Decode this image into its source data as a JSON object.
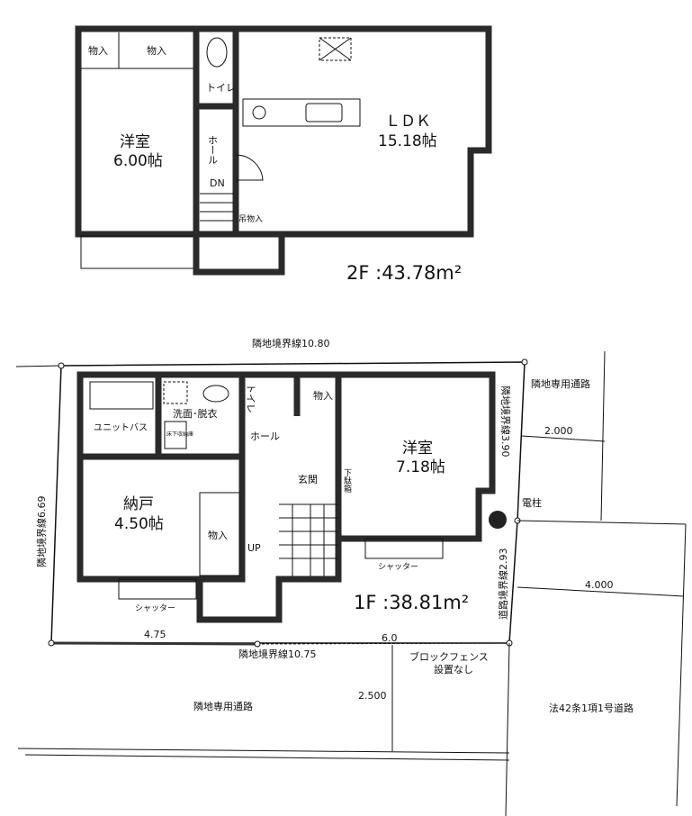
{
  "floor2": {
    "area_label": "2F :43.78m²",
    "rooms": {
      "western_room": {
        "name": "洋室",
        "size": "6.00帖"
      },
      "ldk": {
        "name": "ＬＤＫ",
        "size": "15.18帖"
      },
      "closet1": "物入",
      "closet2": "物入",
      "toilet": "トイレ",
      "hall": "ホール",
      "stairs_down": "DN",
      "hanging_storage": "吊物入"
    }
  },
  "floor1": {
    "area_label": "1F :38.81m²",
    "rooms": {
      "western_room": {
        "name": "洋室",
        "size": "7.18帖"
      },
      "storeroom": {
        "name": "納戸",
        "size": "4.50帖"
      },
      "unit_bath": "ユニットバス",
      "washroom": "洗面･脱衣",
      "underfloor_storage": "床下収納庫",
      "toilet": "トイレ",
      "closet1": "物入",
      "closet2": "物入",
      "hall": "ホール",
      "entrance": "玄関",
      "shoe_box": "下駄箱",
      "stairs_up": "UP",
      "shutter1": "シャッター",
      "shutter2": "シャッター"
    }
  },
  "site": {
    "boundary_top": "隣地境界線10.80",
    "boundary_left": "隣地境界線6.69",
    "boundary_right": "隣地境界線3.90",
    "road_boundary": "道路境界線2.93",
    "boundary_bottom": "隣地境界線10.75",
    "dim_4_75": "4.75",
    "dim_6_0": "6.0",
    "dim_2_000": "2.000",
    "dim_4_000": "4.000",
    "dim_2_500": "2.500",
    "utility_pole": "電柱",
    "private_passage_right": "隣地専用通路",
    "private_passage_bottom": "隣地専用通路",
    "no_block_fence": "ブロックフェンス\n設置なし",
    "no_block_fence_line1": "ブロックフェンス",
    "no_block_fence_line2": "設置なし",
    "public_road": "法42条1項1号道路"
  }
}
